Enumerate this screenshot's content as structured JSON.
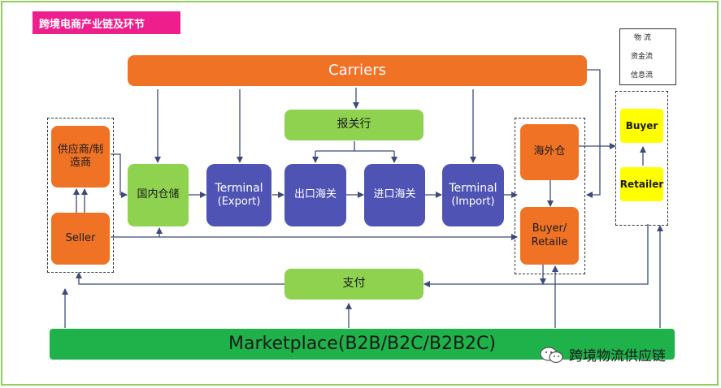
{
  "title": "跨境电商产业链及环节",
  "legend": {
    "items": [
      "物 流",
      "资金流",
      "信息流"
    ]
  },
  "nodes": {
    "carriers": "Carriers",
    "customs_broker": "报关行",
    "supplier": "供应商/制造商",
    "seller": "Seller",
    "domestic_warehouse": "国内仓储",
    "terminal_export_line1": "Terminal",
    "terminal_export_line2": "(Export)",
    "export_customs": "出口海关",
    "import_customs": "进口海关",
    "terminal_import_line1": "Terminal",
    "terminal_import_line2": "(Import)",
    "overseas_warehouse": "海外仓",
    "buyer_retailer_line1": "Buyer/",
    "buyer_retailer_line2": "Retaile",
    "buyer": "Buyer",
    "retailer": "Retailer",
    "payment": "支付",
    "marketplace": "Marketplace(B2B/B2C/B2B2C)"
  },
  "watermark": "跨境物流供应链",
  "colors": {
    "title_bg": "#ee1e8c",
    "orange": "#f07325",
    "green": "#8fd24f",
    "blue": "#4f54b4",
    "yellow": "#ffff00",
    "marketplace": "#1fb24a",
    "frame": "#8fcf5f",
    "arrow": "#3d4a7a"
  }
}
